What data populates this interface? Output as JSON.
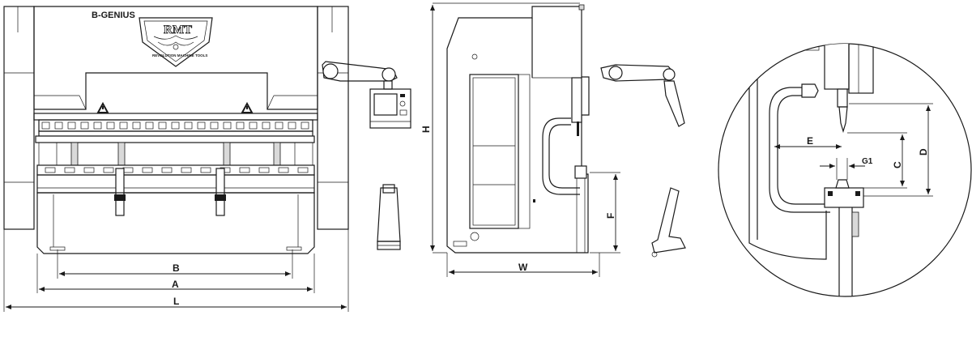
{
  "brand": {
    "model": "B-GENIUS",
    "logo_text": "RMT",
    "logo_tagline": "REVOLUTION MACHINE TOOLS"
  },
  "dimensions": {
    "front_view": [
      "B",
      "A",
      "L"
    ],
    "side_view": [
      "H",
      "W",
      "F"
    ],
    "detail_view": [
      "E",
      "G1",
      "C",
      "D"
    ]
  },
  "icons": [
    "warning-triangle-icon",
    "rmt-eagle-logo-icon"
  ],
  "colors": {
    "line": "#1a1a1a",
    "background": "#ffffff"
  }
}
